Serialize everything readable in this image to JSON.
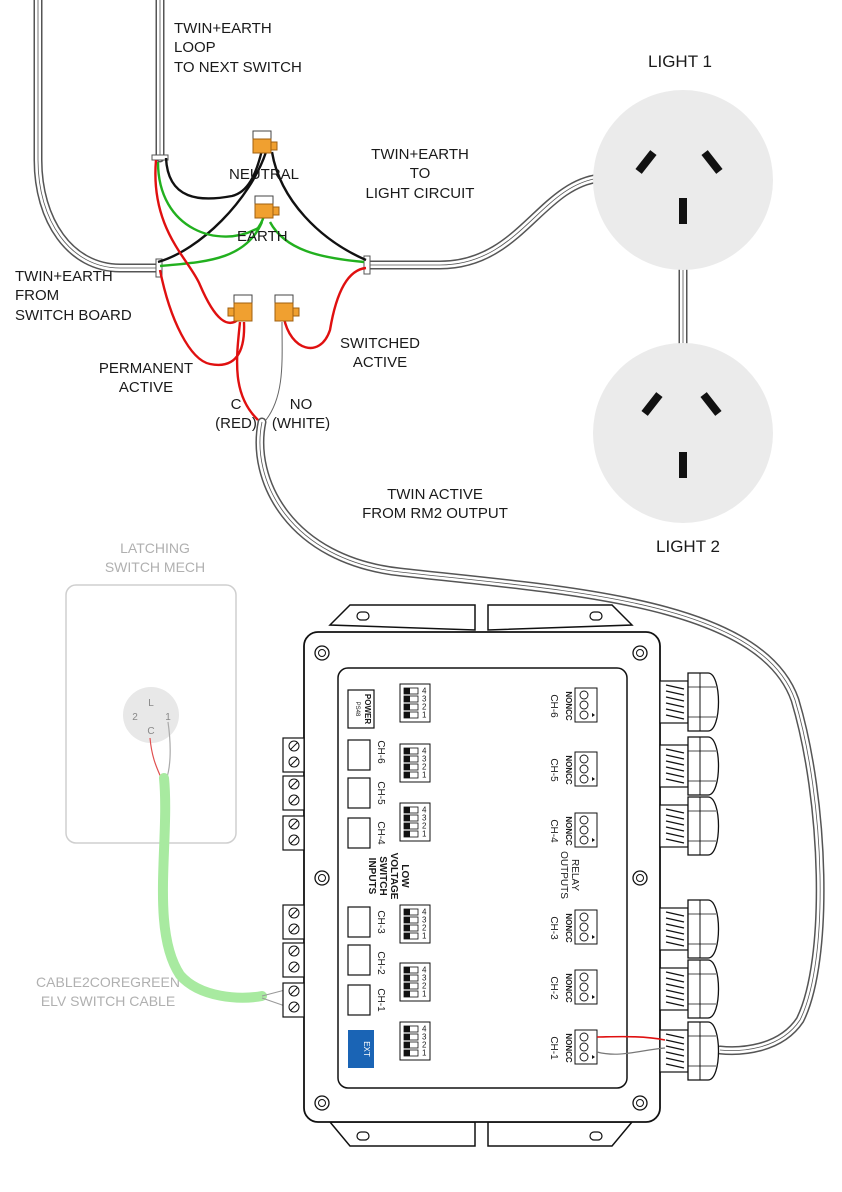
{
  "labels": {
    "loop": [
      "TWIN+EARTH",
      "LOOP",
      "TO NEXT SWITCH"
    ],
    "neutral": "NEUTRAL",
    "earth": "EARTH",
    "light_circuit": [
      "TWIN+EARTH",
      "TO",
      "LIGHT CIRCUIT"
    ],
    "from_board": [
      "TWIN+EARTH",
      "FROM",
      "SWITCH BOARD"
    ],
    "permanent_active": [
      "PERMANENT",
      "ACTIVE"
    ],
    "switched_active": [
      "SWITCHED",
      "ACTIVE"
    ],
    "c_red": [
      "C",
      "(RED)"
    ],
    "no_white": [
      "NO",
      "(WHITE)"
    ],
    "twin_active": [
      "TWIN ACTIVE",
      "FROM RM2 OUTPUT"
    ],
    "light1": "LIGHT 1",
    "light2": "LIGHT 2",
    "switch_mech": [
      "LATCHING",
      "SWITCH MECH"
    ],
    "elv_cable": [
      "CABLE2COREGREEN",
      "ELV SWITCH CABLE"
    ]
  },
  "switch_mech": {
    "pins": [
      "L",
      "2",
      "1",
      "C"
    ]
  },
  "module": {
    "power": [
      "POWER",
      "PS48"
    ],
    "ext": "EXT",
    "inputs_title": [
      "LOW",
      "VOLTAGE",
      "SWITCH",
      "INPUTS"
    ],
    "outputs_title": [
      "RELAY",
      "OUTPUTS"
    ],
    "input_channels": [
      "CH-6",
      "CH-5",
      "CH-4",
      "CH-3",
      "CH-2",
      "CH-1"
    ],
    "output_channels": [
      "CH-6",
      "CH-5",
      "CH-4",
      "CH-3",
      "CH-2",
      "CH-1"
    ],
    "relay_terms": "NONCC",
    "dip_numbers": [
      "1",
      "2",
      "3",
      "4"
    ]
  },
  "colors": {
    "active": "#e01010",
    "earth": "#22b01f",
    "neutral": "#111111",
    "elv_cable": "#a8eaa0",
    "connector": "#f0a030",
    "ext_button": "#1a64b5",
    "socket_face": "#ebebeb"
  }
}
